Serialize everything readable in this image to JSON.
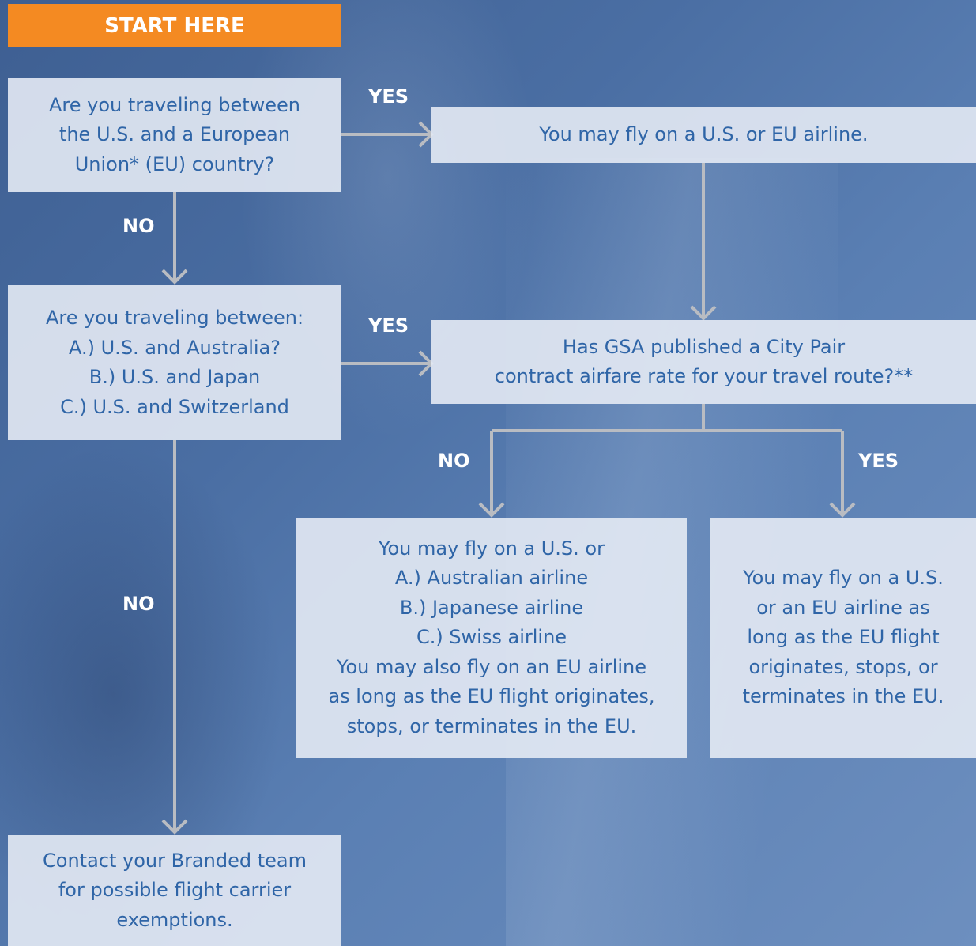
{
  "start": "START HERE",
  "q1": [
    "Are you traveling between",
    "the U.S. and a European",
    "Union* (EU) country?"
  ],
  "a1": "You may fly on a U.S. or EU airline.",
  "q2": [
    "Are you traveling between:",
    "A.) U.S. and Australia?",
    "B.) U.S. and Japan",
    "C.) U.S. and Switzerland"
  ],
  "q3": [
    "Has GSA published a City Pair",
    "contract airfare rate for your travel route?**"
  ],
  "a_no": [
    "You may fly on a U.S. or",
    "A.) Australian airline",
    "B.) Japanese airline",
    "C.) Swiss airline",
    "You may also fly on an EU airline",
    "as long as the EU flight originates,",
    "stops, or terminates in the EU."
  ],
  "a_yes": [
    "You may fly on a U.S.",
    "or an EU airline as",
    "long as the EU flight",
    "originates, stops, or",
    "terminates in the EU."
  ],
  "contact": [
    "Contact your Branded team",
    "for possible flight carrier",
    "exemptions."
  ],
  "labels": {
    "yes1": "YES",
    "no1": "NO",
    "yes2": "YES",
    "no2": "NO",
    "no3": "NO",
    "yes3": "YES"
  },
  "colors": {
    "banner": "#f48a22",
    "box_text": "#2f65a7",
    "connector": "#b9bcc2"
  }
}
